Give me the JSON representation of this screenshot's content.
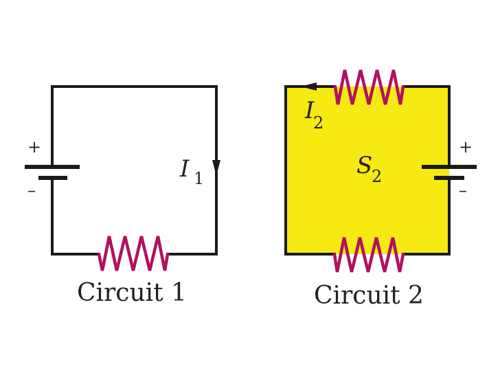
{
  "colors": {
    "wire": "#1a1a1a",
    "resistor": "#b2105e",
    "surface_fill": "#f6ea12",
    "text": "#222222"
  },
  "circuit1": {
    "caption": "Circuit 1",
    "current_symbol": "I",
    "current_subscript": "1",
    "battery_plus": "+",
    "battery_minus": "–"
  },
  "circuit2": {
    "caption": "Circuit 2",
    "current_symbol": "I",
    "current_subscript": "2",
    "surface_symbol": "S",
    "surface_subscript": "2",
    "battery_plus": "+",
    "battery_minus": "–"
  }
}
